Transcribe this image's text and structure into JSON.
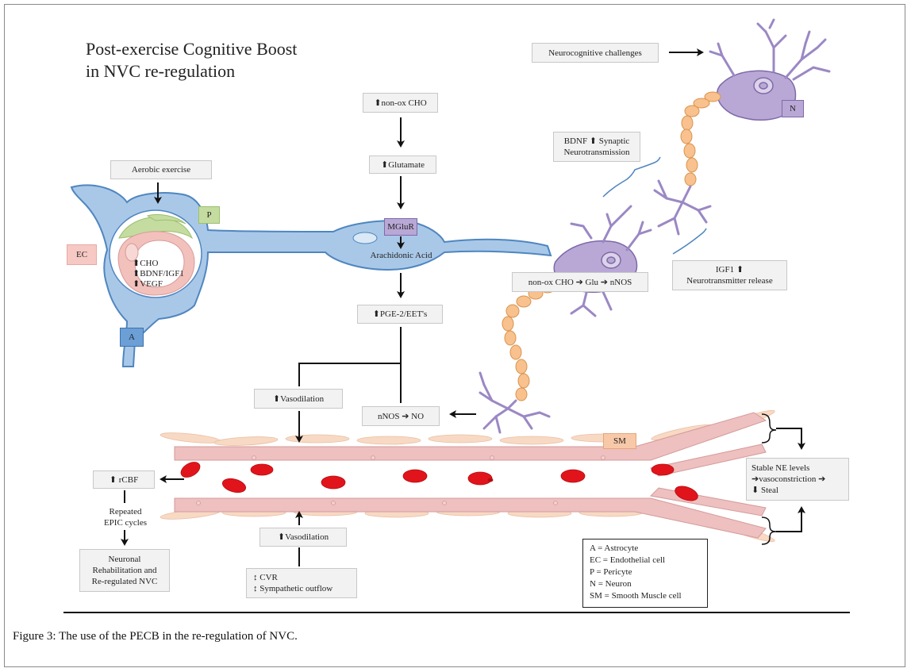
{
  "title_line1": "Post-exercise Cognitive Boost",
  "title_line2": "in NVC re-regulation",
  "boxes": {
    "aerobic": "Aerobic exercise",
    "nonox_cho": "non-ox CHO",
    "glutamate": "Glutamate",
    "mgluR": "MGluR",
    "arachidonic": "Arachidonic Acid",
    "pge2": "PGE-2/EET's",
    "vasodilation_top": "Vasodilation",
    "nnos_no": "nNOS ➔ NO",
    "neurocognitive": "Neurocognitive challenges",
    "bdnf_line1": "BDNF ⬆ Synaptic",
    "bdnf_line2": "Neurotransmission",
    "nonox_glu": "non-ox CHO ➔ Glu ➔ nNOS",
    "igf1_line1": "IGF1 ⬆",
    "igf1_line2": "Neurotransmitter release",
    "rcbf": "⬆ rCBF",
    "repeated_line1": "Repeated",
    "repeated_line2": "EPIC cycles",
    "neuronal_line1": "Neuronal",
    "neuronal_line2": "Rehabilitation and",
    "neuronal_line3": "Re-regulated NVC",
    "vasodilation_bottom": "Vasodilation",
    "cvr_line1": "CVR",
    "cvr_line2": "Sympathetic outflow",
    "stable_line1": "Stable NE levels",
    "stable_line2": "➔vasoconstriction ➔",
    "stable_line3": "⬇ Steal",
    "cho": "CHO",
    "bdnf_igf1": "BDNF/IGF1",
    "vegf": "VEGF"
  },
  "tags": {
    "ec": "EC",
    "p": "P",
    "a": "A",
    "n": "N",
    "sm": "SM"
  },
  "legend": [
    "A = Astrocyte",
    "EC = Endothelial cell",
    "P = Pericyte",
    "N = Neuron",
    "SM = Smooth Muscle cell"
  ],
  "caption_label": "Figure 3:",
  "caption_text": " The use of the PECB in the re-regulation of NVC.",
  "colors": {
    "astrocyte": "#a9c8e8",
    "astrocyte_stroke": "#4f86c0",
    "neuron": "#b9a8d6",
    "neuron_stroke": "#7d6aa8",
    "axon": "#f8c18e",
    "endothelial": "#f2c1bb",
    "pericyte": "#c5dca0",
    "smooth_muscle": "#f8d9c4",
    "vessel": "#e8b4b4",
    "rbc": "#e2141b"
  }
}
